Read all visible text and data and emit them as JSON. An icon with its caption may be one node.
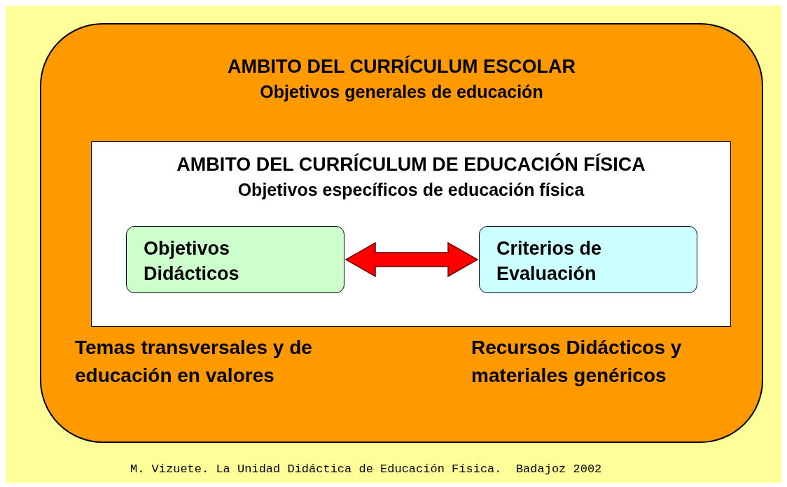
{
  "diagram": {
    "caption": "M. Vizuete. La Unidad Didáctica de Educación Física.  Badajoz 2002",
    "nodes": [
      {
        "text": [
          "AMBITO DEL CURRÍCULUM ESCOLAR",
          "Objetivos generales de educación",
          "Temas transversales y de educación en valores",
          "Recursos Didácticos y materiales genéricos"
        ]
      },
      {
        "text": [
          "AMBITO DEL CURRÍCULUM DE EDUCACIÓN FÍSICA",
          "Objetivos específicos de educación física"
        ],
        "in": 0
      },
      {
        "text": [
          "Objetivos Didácticos"
        ],
        "in": 1
      },
      {
        "text": [
          "Criterios de Evaluación"
        ],
        "in": 1
      }
    ],
    "edges": [
      {
        "from": 2,
        "to": 3,
        "arrow": "both",
        "style": "thick",
        "color": "#ff0000"
      }
    ]
  }
}
